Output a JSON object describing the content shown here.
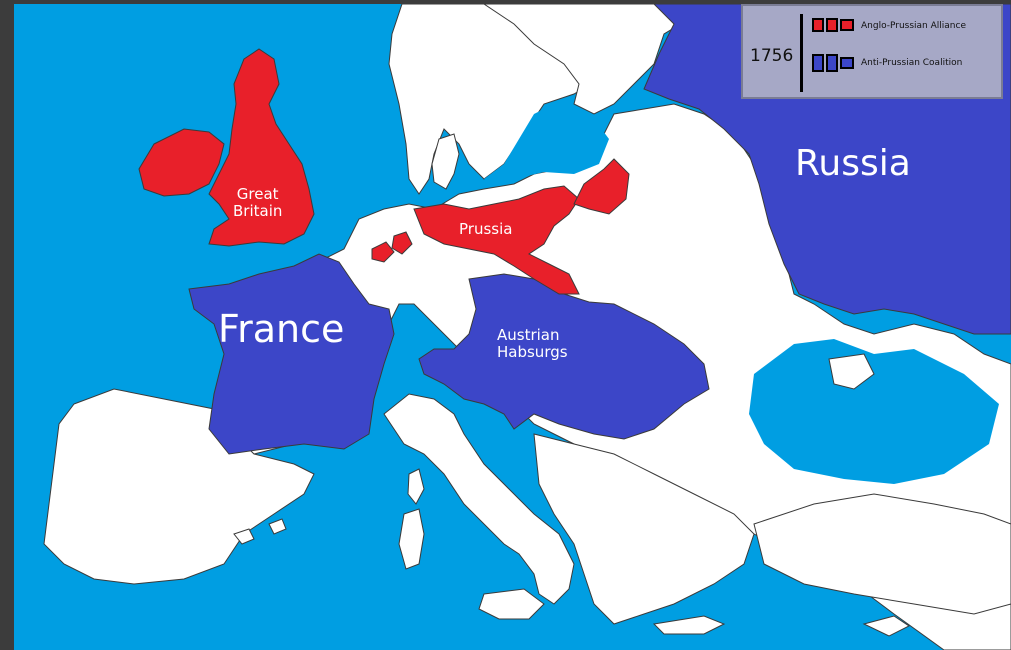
{
  "colors": {
    "sea": "#009ee2",
    "land": "#ffffff",
    "alliance": "#e8202a",
    "coalition": "#3c46c8",
    "border": "#3a3a3a",
    "legend_bg": "#a6a8c6"
  },
  "legend": {
    "year": "1756",
    "items": [
      {
        "label": "Anglo-Prussian Alliance",
        "color": "#e8202a"
      },
      {
        "label": "Anti-Prussian Coalition",
        "color": "#3c46c8"
      }
    ]
  },
  "labels": {
    "great_britain_line1": "Great",
    "great_britain_line2": "Britain",
    "prussia": "Prussia",
    "france": "France",
    "austria_line1": "Austrian",
    "austria_line2": "Habsurgs",
    "russia": "Russia"
  }
}
